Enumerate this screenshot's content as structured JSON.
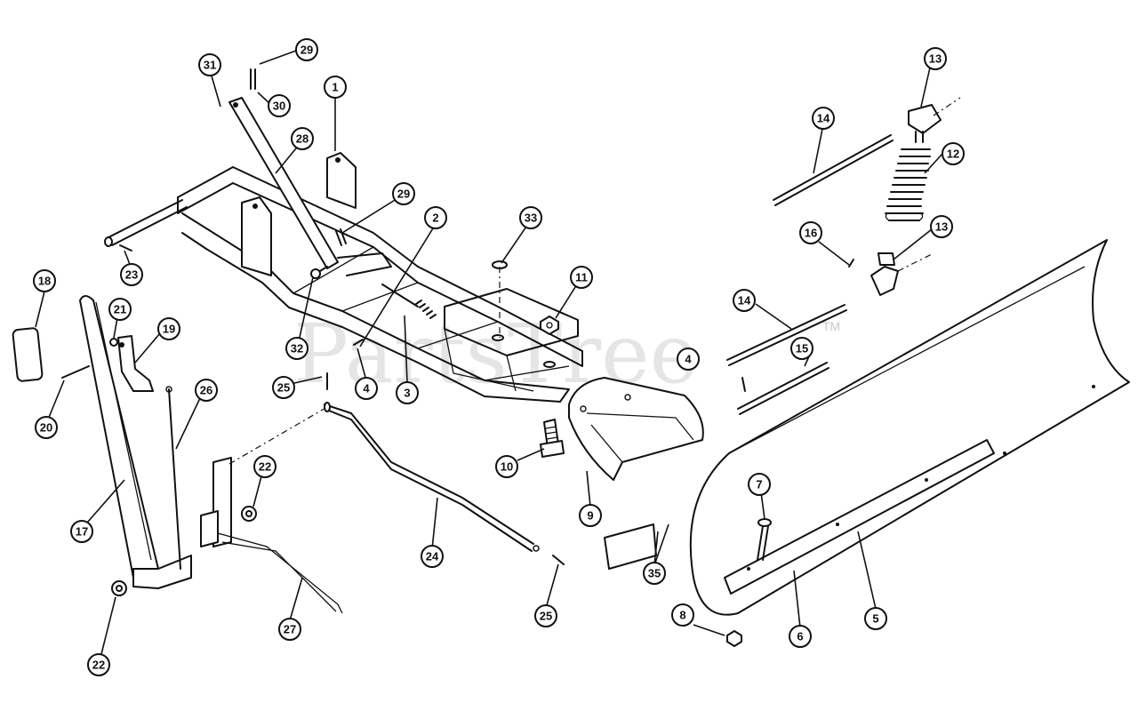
{
  "watermark": {
    "text": "PartsTree",
    "trademark": "TM"
  },
  "callouts": [
    "1",
    "2",
    "3",
    "4",
    "5",
    "6",
    "7",
    "8",
    "9",
    "10",
    "11",
    "12",
    "13",
    "14",
    "15",
    "16",
    "17",
    "18",
    "19",
    "20",
    "21",
    "22",
    "23",
    "24",
    "25",
    "26",
    "27",
    "28",
    "29",
    "30",
    "31",
    "32",
    "33",
    "35"
  ]
}
